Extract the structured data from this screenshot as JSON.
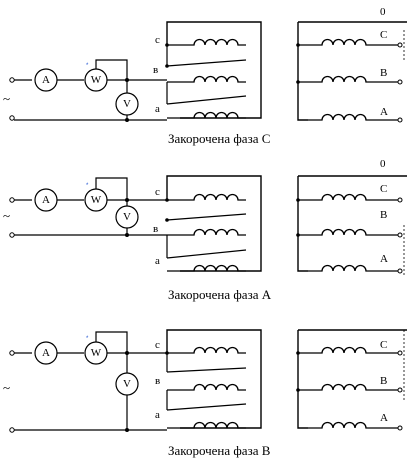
{
  "panels": [
    {
      "caption": "Закорочена  фаза С",
      "meters": {
        "ammeter": "A",
        "wattmeter": "W",
        "voltmeter": "V"
      },
      "primary_labels": [
        "с",
        "в",
        "а"
      ],
      "secondary_labels": [
        "0",
        "С",
        "В",
        "А"
      ],
      "source_symbol": "~",
      "star_mark": "*"
    },
    {
      "caption": "Закорочена фаза А",
      "meters": {
        "ammeter": "A",
        "wattmeter": "W",
        "voltmeter": "V"
      },
      "primary_labels": [
        "с",
        "в",
        "а"
      ],
      "secondary_labels": [
        "0",
        "С",
        "В",
        "А"
      ],
      "source_symbol": "~",
      "star_mark": "*"
    },
    {
      "caption": "Закорочена фаза В",
      "meters": {
        "ammeter": "A",
        "wattmeter": "W",
        "voltmeter": "V"
      },
      "primary_labels": [
        "с",
        "в",
        "а"
      ],
      "secondary_labels": [
        "С",
        "В",
        "А"
      ],
      "source_symbol": "~",
      "star_mark": "*"
    }
  ]
}
